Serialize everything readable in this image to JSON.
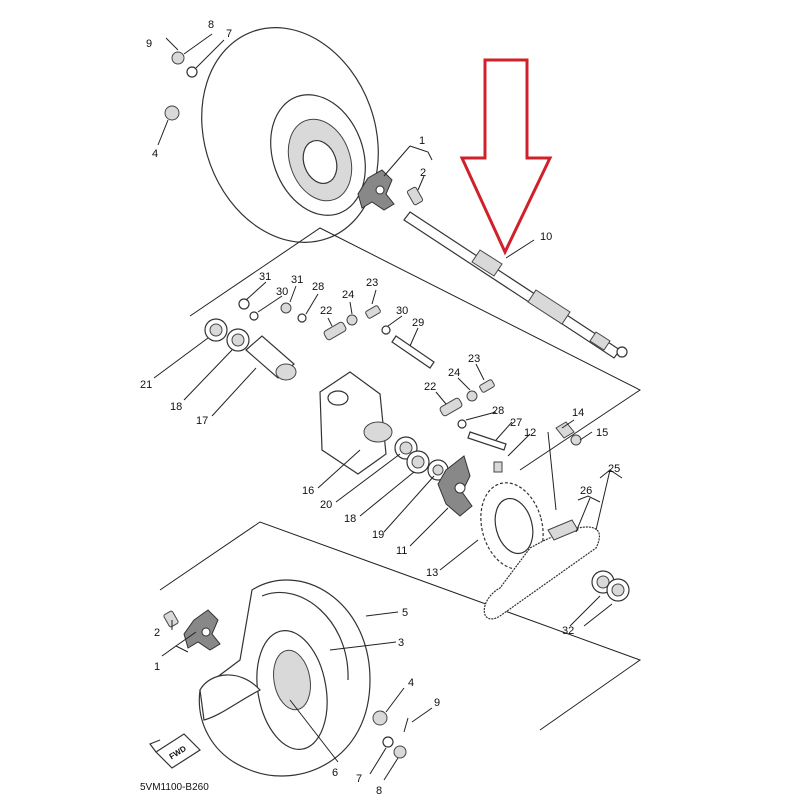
{
  "diagram_code": "5VM1100-B260",
  "fwd_label": "FWD",
  "arrow_color": "#d0212a",
  "labels": [
    {
      "id": "lbl-1-top",
      "text": "1"
    },
    {
      "id": "lbl-2-top",
      "text": "2"
    },
    {
      "id": "lbl-4-top",
      "text": "4"
    },
    {
      "id": "lbl-7-top",
      "text": "7"
    },
    {
      "id": "lbl-8-top",
      "text": "8"
    },
    {
      "id": "lbl-9-top",
      "text": "9"
    },
    {
      "id": "lbl-10",
      "text": "10"
    },
    {
      "id": "lbl-31a",
      "text": "31"
    },
    {
      "id": "lbl-31b",
      "text": "31"
    },
    {
      "id": "lbl-30a",
      "text": "30"
    },
    {
      "id": "lbl-28a",
      "text": "28"
    },
    {
      "id": "lbl-24a",
      "text": "24"
    },
    {
      "id": "lbl-23a",
      "text": "23"
    },
    {
      "id": "lbl-22a",
      "text": "22"
    },
    {
      "id": "lbl-30b",
      "text": "30"
    },
    {
      "id": "lbl-29",
      "text": "29"
    },
    {
      "id": "lbl-21",
      "text": "21"
    },
    {
      "id": "lbl-18a",
      "text": "18"
    },
    {
      "id": "lbl-17",
      "text": "17"
    },
    {
      "id": "lbl-23b",
      "text": "23"
    },
    {
      "id": "lbl-24b",
      "text": "24"
    },
    {
      "id": "lbl-22b",
      "text": "22"
    },
    {
      "id": "lbl-28b",
      "text": "28"
    },
    {
      "id": "lbl-27",
      "text": "27"
    },
    {
      "id": "lbl-12",
      "text": "12"
    },
    {
      "id": "lbl-14",
      "text": "14"
    },
    {
      "id": "lbl-15",
      "text": "15"
    },
    {
      "id": "lbl-16",
      "text": "16"
    },
    {
      "id": "lbl-20",
      "text": "20"
    },
    {
      "id": "lbl-18b",
      "text": "18"
    },
    {
      "id": "lbl-19",
      "text": "19"
    },
    {
      "id": "lbl-11",
      "text": "11"
    },
    {
      "id": "lbl-13",
      "text": "13"
    },
    {
      "id": "lbl-25",
      "text": "25"
    },
    {
      "id": "lbl-26",
      "text": "26"
    },
    {
      "id": "lbl-32",
      "text": "32"
    },
    {
      "id": "lbl-5",
      "text": "5"
    },
    {
      "id": "lbl-3",
      "text": "3"
    },
    {
      "id": "lbl-2-bot",
      "text": "2"
    },
    {
      "id": "lbl-1-bot",
      "text": "1"
    },
    {
      "id": "lbl-4-bot",
      "text": "4"
    },
    {
      "id": "lbl-9-bot",
      "text": "9"
    },
    {
      "id": "lbl-6",
      "text": "6"
    },
    {
      "id": "lbl-7-bot",
      "text": "7"
    },
    {
      "id": "lbl-8-bot",
      "text": "8"
    }
  ]
}
